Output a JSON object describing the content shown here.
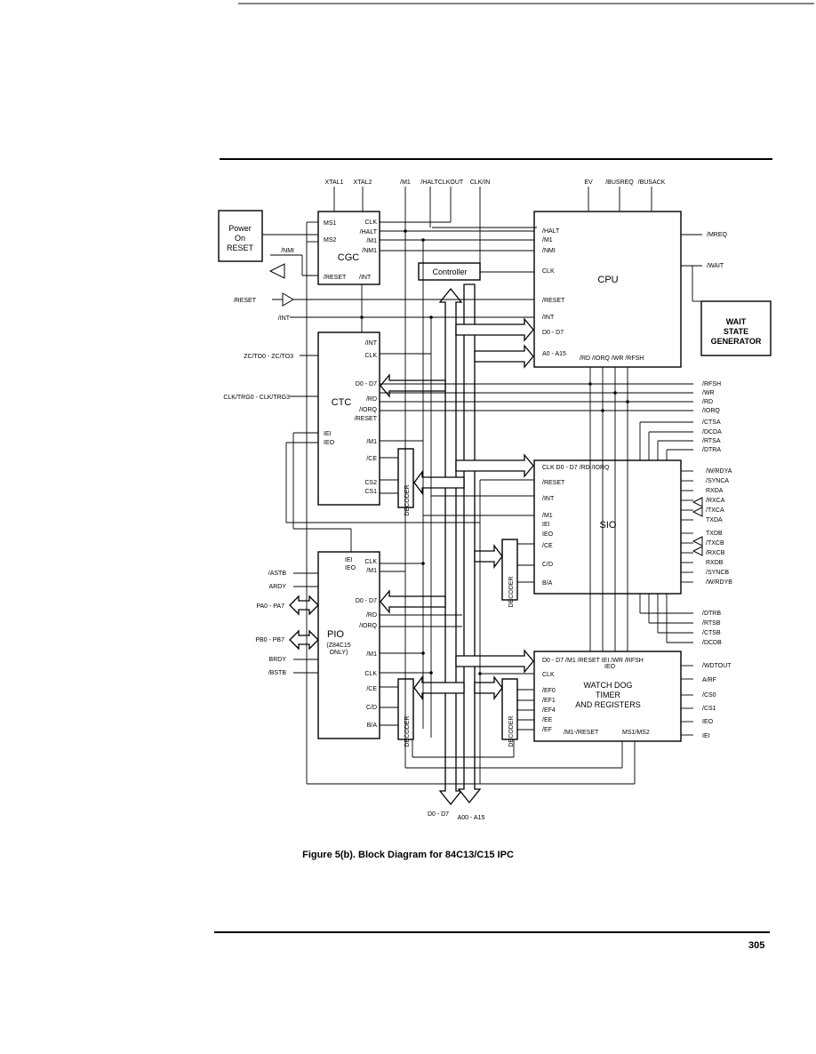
{
  "caption": "Figure 5(b).  Block Diagram for 84C13/C15 IPC",
  "page_number": "305",
  "blocks": {
    "power_on_reset": [
      "Power",
      "On",
      "RESET"
    ],
    "cgc": "CGC",
    "controller": "Controller",
    "cpu": "CPU",
    "wait_state": [
      "WAIT",
      "STATE",
      "GENERATOR"
    ],
    "ctc": "CTC",
    "sio": "SIO",
    "pio": "PIO",
    "pio_note": [
      "(Z84C15",
      "ONLY)"
    ],
    "watchdog": [
      "WATCH DOG",
      "TIMER",
      "AND REGISTERS"
    ],
    "decoder": "DECODER"
  },
  "top_signals": [
    "XTAL1",
    "XTAL2",
    "/M1",
    "/HALT",
    "CLKOUT",
    "CLK/IN",
    "EV",
    "/BUSREQ",
    "/BUSACK"
  ],
  "cgc_pins": [
    "MS1",
    "MS2",
    "CLK",
    "/HALT",
    "/M1",
    "/NM1",
    "/RESET",
    "/INT"
  ],
  "cpu_pins": [
    "/HALT",
    "/M1",
    "/NMI",
    "CLK",
    "/RESET",
    "/INT",
    "D0 - D7",
    "A0 - A15",
    "/RD /IORQ /WR /RFSH"
  ],
  "cpu_right": [
    "/MREQ",
    "/WAIT"
  ],
  "left_signals": [
    "/NMI",
    "/RESET",
    "/INT",
    "ZC/TO0 - ZC/TO3",
    "CLK/TRG0 - CLK/TRG3",
    "/ASTB",
    "ARDY",
    "PA0 - PA7",
    "PB0 - PB7",
    "BRDY",
    "/BSTB"
  ],
  "ctc_pins": [
    "/INT",
    "CLK",
    "D0 - D7",
    "/RD",
    "/IORQ",
    "/RESET",
    "/M1",
    "/CE",
    "CS2",
    "CS1",
    "IEI",
    "IEO"
  ],
  "pio_pins": [
    "IEI",
    "IEO",
    "CLK",
    "/M1",
    "D0 - D7",
    "/RD",
    "/IORQ",
    "/M1",
    "CLK",
    "/CE",
    "C/D",
    "B/A"
  ],
  "sio_pins": [
    "CLK D0 - D7 /RD /IORQ",
    "/RESET",
    "/INT",
    "/M1",
    "IEI",
    "IEO",
    "/CE",
    "C/D",
    "B/A"
  ],
  "bus_right": [
    "/RFSH",
    "/WR",
    "/RD",
    "/IORQ",
    "/CTSA",
    "/DCDA",
    "/RTSA",
    "/DTRA"
  ],
  "sio_right": [
    "/W/RDYA",
    "/SYNCA",
    "RXDA",
    "/RXCA",
    "/TXCA",
    "TXDA",
    "TXDB",
    "/TXCB",
    "/RXCB",
    "RXDB",
    "/SYNCB",
    "/W/RDYB"
  ],
  "sio_bottom": [
    "/DTRB",
    "/RTSB",
    "/CTSB",
    "/DCDB"
  ],
  "wdt_pins": [
    "D0 - D7 /M1 /RESET IEI /WR /RFSH",
    "IEO",
    "CLK",
    "/EF0",
    "/EF1",
    "/EF4",
    "/EE",
    "/EF",
    "/M1-/RESET",
    "MS1/MS2"
  ],
  "wdt_right": [
    "/WDTOUT",
    "A/RF",
    "/CS0",
    "/CS1",
    "IEO",
    "IEI"
  ],
  "bus_bottom": [
    "D0 - D7",
    "A00 - A15"
  ]
}
